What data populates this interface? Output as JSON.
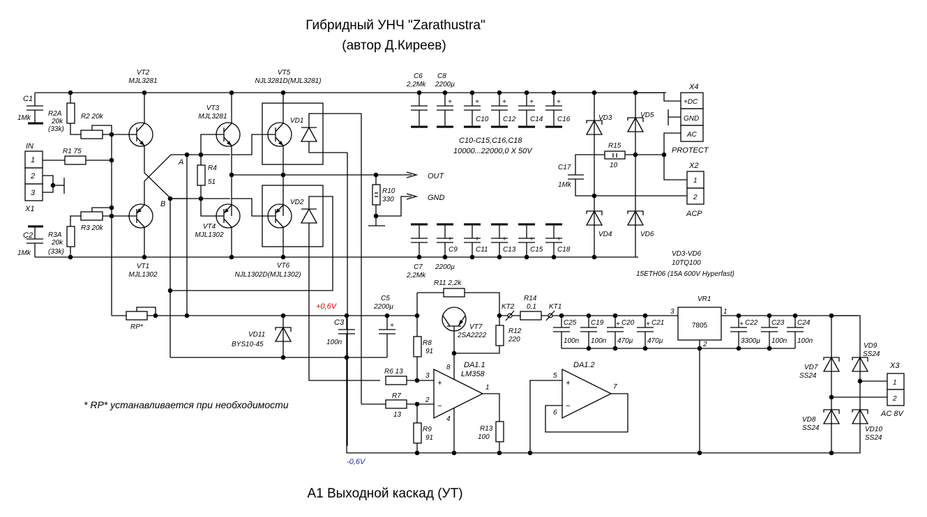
{
  "title": {
    "line1": "Гибридный УНЧ \"Zarathustra\"",
    "line2": "(автор Д.Киреев)"
  },
  "subtitle": "А1 Выходной каскад (УТ)",
  "note": "* RP* устанавливается при необходимости",
  "connectors": {
    "X1": {
      "name": "X1",
      "title": "IN",
      "pins": [
        "1",
        "2",
        "3"
      ]
    },
    "X4": {
      "name": "X4",
      "title": "PROTECT",
      "pins": [
        "+DC",
        "GND",
        "AC"
      ]
    },
    "X2": {
      "name": "X2",
      "title": "ACP",
      "pins": [
        "1",
        "2"
      ]
    },
    "X3": {
      "name": "X3",
      "title": "AC 8V",
      "pins": [
        "1",
        "2"
      ]
    }
  },
  "outputs": {
    "out": "OUT",
    "gnd": "GND"
  },
  "nodes": {
    "a": "A",
    "b": "B",
    "plus": "+0,6V",
    "minus": "-0,6V",
    "kt1": "KT1",
    "kt2": "KT2"
  },
  "transistors": {
    "VT1": {
      "ref": "VT1",
      "part": "MJL1302"
    },
    "VT2": {
      "ref": "VT2",
      "part": "MJL3281"
    },
    "VT3": {
      "ref": "VT3",
      "part": "MJL3281"
    },
    "VT4": {
      "ref": "VT4",
      "part": "MJL1302"
    },
    "VT5": {
      "ref": "VT5",
      "part": "NJL3281D(MJL3281)"
    },
    "VT6": {
      "ref": "VT6",
      "part": "NJL1302D(MJL1302)"
    },
    "VT7": {
      "ref": "VT7",
      "part": "2SA2222"
    }
  },
  "resistors": {
    "R1": "R1 75",
    "R2": "R2 20k",
    "R3": "R3  20k",
    "R2A": [
      "R2A",
      "20k",
      "(33k)"
    ],
    "R3A": [
      "R3A",
      "20k",
      "(33k)"
    ],
    "R4": [
      "R4",
      "51"
    ],
    "R6": "R6 13",
    "R7": [
      "R7",
      "13"
    ],
    "R8": [
      "R8",
      "91"
    ],
    "R9": [
      "R9",
      "91"
    ],
    "R10": [
      "R10",
      "330"
    ],
    "R11": "R11  2,2k",
    "R12": [
      "R12",
      "220"
    ],
    "R13": [
      "R13",
      "100"
    ],
    "R14": [
      "R14",
      "0,1"
    ],
    "R15": [
      "R15",
      "10"
    ],
    "RP": "RP*"
  },
  "capacitors": {
    "C1": [
      "C1",
      "1Mk"
    ],
    "C2": [
      "C2",
      "1Mk"
    ],
    "C3": [
      "C3",
      "100n"
    ],
    "C5": [
      "C5",
      "2200µ"
    ],
    "C6": [
      "C6",
      "2,2Mk"
    ],
    "C7": [
      "C7",
      "2,2Mk"
    ],
    "C8": [
      "C8",
      "2200µ"
    ],
    "C9": [
      "C9",
      "2200µ"
    ],
    "top_row": [
      "C10",
      "C12",
      "C14",
      "C16"
    ],
    "bottom_row": [
      "C11",
      "C13",
      "C15",
      "C18"
    ],
    "bank_note": [
      "C10-C15,C16,C18",
      "10000...22000,0 X 50V"
    ],
    "C17": [
      "C17",
      "1Mk"
    ],
    "C19": [
      "C19",
      "100n"
    ],
    "C20": [
      "C20",
      "470µ"
    ],
    "C21": [
      "C21",
      "470µ"
    ],
    "C22": [
      "C22",
      "3300µ"
    ],
    "C23": [
      "C23",
      "100n"
    ],
    "C24": [
      "C24",
      "100n"
    ],
    "C25": [
      "C25",
      "100n"
    ]
  },
  "diodes": {
    "VD1": "VD1",
    "VD2": "VD2",
    "VD3": "VD3",
    "VD4": "VD4",
    "VD5": "VD5",
    "VD6": "VD6",
    "VD3_6_note": [
      "VD3-VD6",
      "10TQ100",
      "15ETH06 (15A 600V Hyperfast)"
    ],
    "VD7": [
      "VD7",
      "SS24"
    ],
    "VD8": [
      "VD8",
      "SS24"
    ],
    "VD9": [
      "VD9",
      "SS24"
    ],
    "VD10": [
      "VD10",
      "SS24"
    ],
    "VD11": [
      "VD11",
      "BYS10-45"
    ]
  },
  "ics": {
    "DA1_1": [
      "DA1.1",
      "LM358"
    ],
    "DA1_2": "DA1.2",
    "VR1": [
      "VR1",
      "7805"
    ],
    "pins_da11": {
      "p3": "3",
      "p2": "2",
      "p1": "1",
      "p8": "8",
      "p4": "4"
    },
    "pins_da12": {
      "p5": "5",
      "p6": "6",
      "p7": "7"
    },
    "pins_vr1": {
      "p1": "1",
      "p2": "2",
      "p3": "3"
    },
    "plus": "+",
    "minus": "−"
  },
  "colors": {
    "plus_rail_label": "#e00000",
    "minus_rail_label": "#1a2fb0"
  }
}
